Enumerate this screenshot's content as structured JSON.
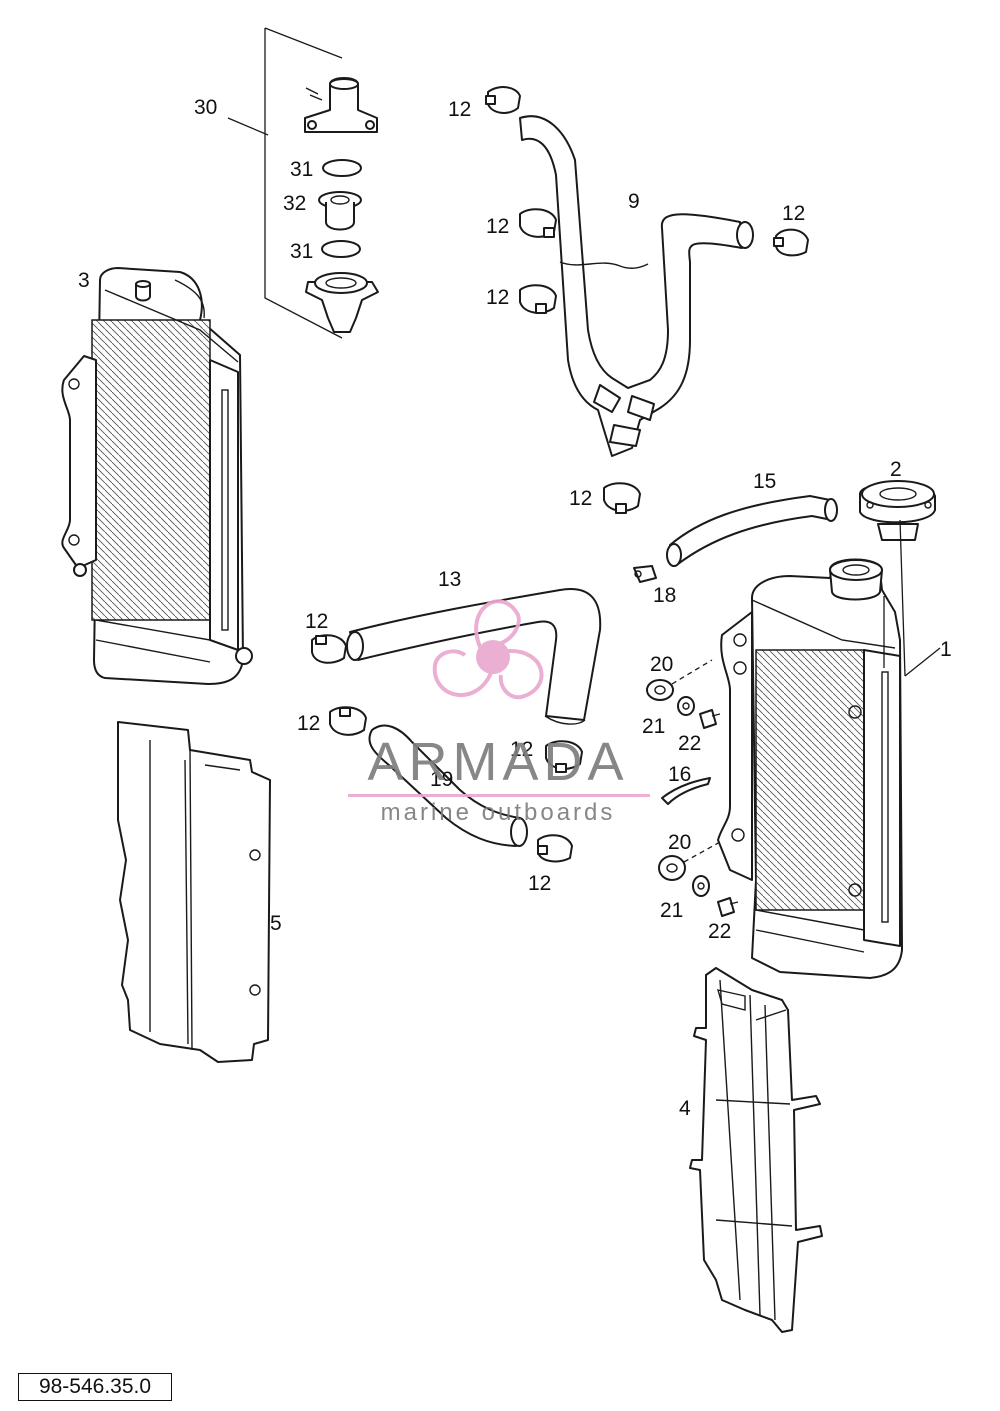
{
  "diagram": {
    "drawing_number": "98-546.35.0",
    "callouts": {
      "c1": "1",
      "c2": "2",
      "c3": "3",
      "c4": "4",
      "c5": "5",
      "c9": "9",
      "c12a": "12",
      "c12b": "12",
      "c12c": "12",
      "c12d": "12",
      "c12e": "12",
      "c12f": "12",
      "c12g": "12",
      "c12h": "12",
      "c12i": "12",
      "c13": "13",
      "c15": "15",
      "c16": "16",
      "c18": "18",
      "c19": "19",
      "c20a": "20",
      "c20b": "20",
      "c21a": "21",
      "c21b": "21",
      "c22a": "22",
      "c22b": "22",
      "c30": "30",
      "c31a": "31",
      "c31b": "31",
      "c32": "32"
    }
  },
  "watermark": {
    "brand": "ARMADA",
    "tagline": "marine outboards",
    "color": "#e9a9cf"
  }
}
